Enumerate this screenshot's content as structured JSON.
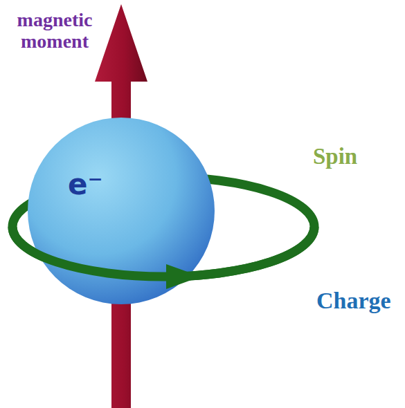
{
  "diagram": {
    "nodes": [
      {
        "text": [
          "e⁻"
        ]
      }
    ],
    "labels": [
      "magnetic moment",
      "Spin",
      "Charge"
    ]
  }
}
